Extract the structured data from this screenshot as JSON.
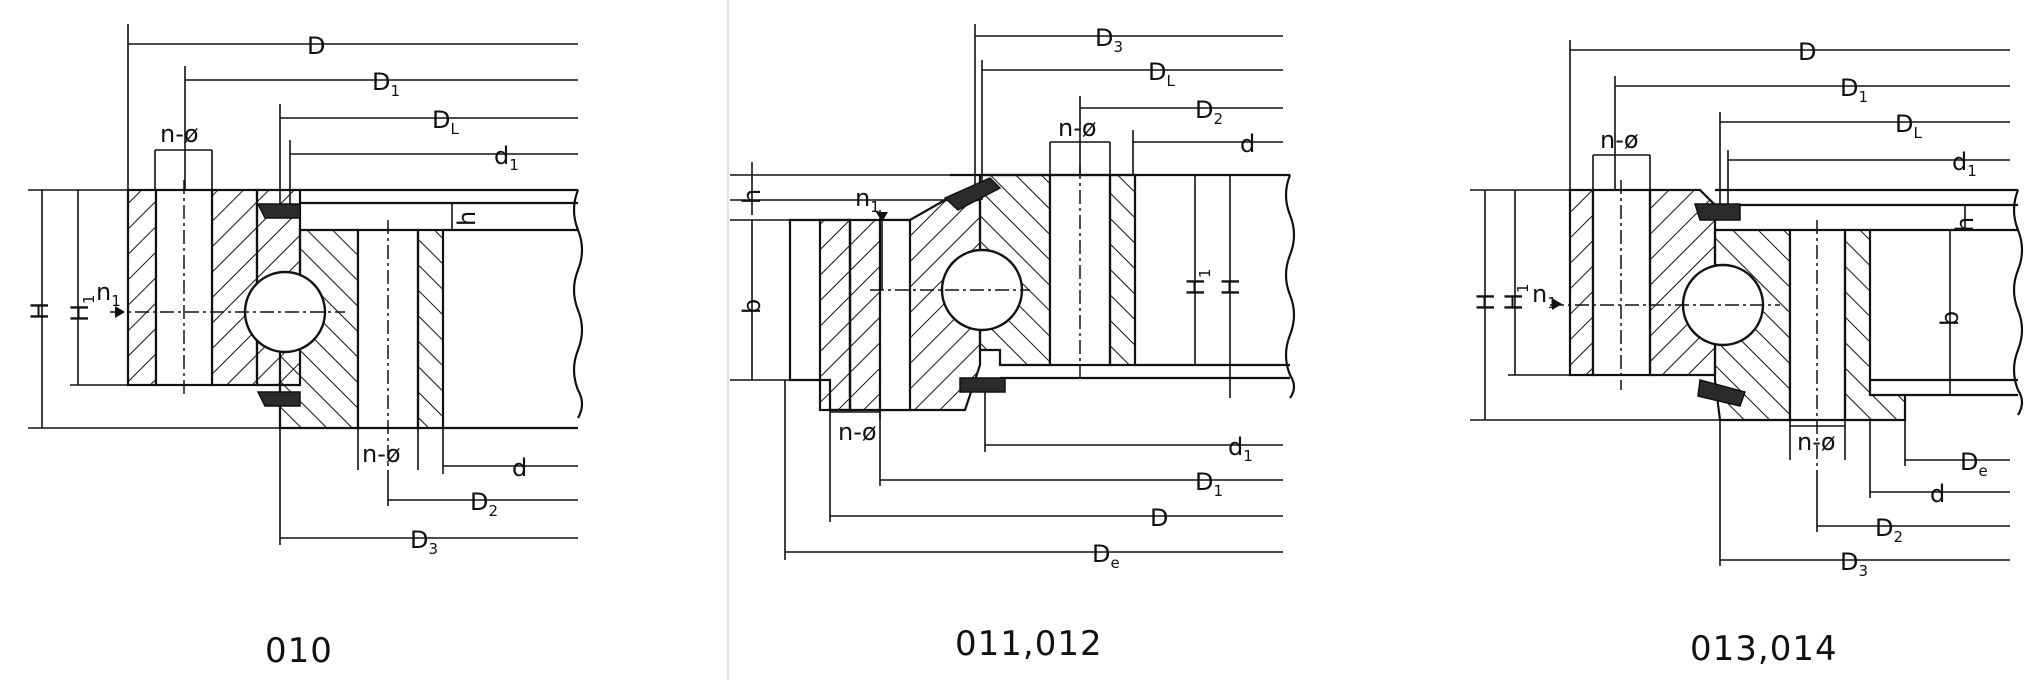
{
  "captions": {
    "panel_1": "010",
    "panel_2": "011,012",
    "panel_3": "013,014"
  },
  "labels": {
    "D": "D",
    "D1": "D1",
    "DL": "DL",
    "d1": "d1",
    "D2": "D2",
    "D3": "D3",
    "De": "De",
    "d": "d",
    "n_phi": "n-ø",
    "n1": "n1",
    "h": "h",
    "H": "H",
    "H1": "H1",
    "b": "b"
  },
  "colors": {
    "ink": "#111111",
    "seal": "#2b2b2b",
    "background": "#ffffff"
  }
}
